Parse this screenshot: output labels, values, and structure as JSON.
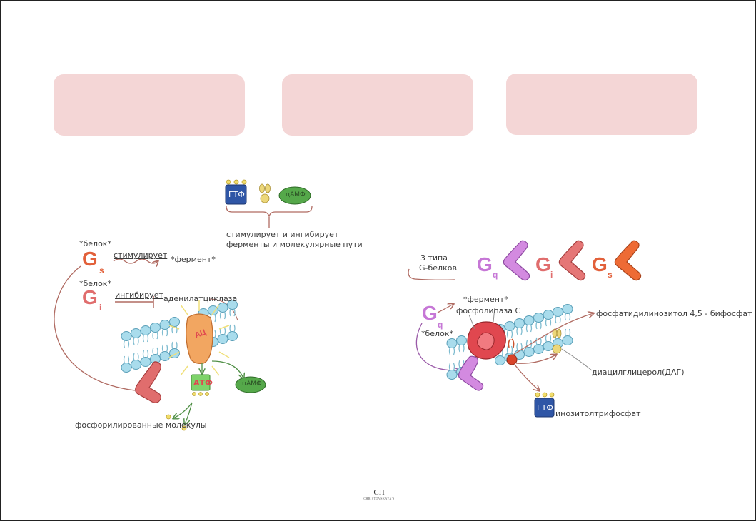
{
  "colors": {
    "card_fill": "#f4d6d6",
    "gq_purple": "#c677d6",
    "gi_red": "#e06d6d",
    "gs_orange": "#e2603a",
    "gtp_blue": "#2f56a6",
    "camp_green": "#55a84a",
    "atp_green": "#7ed36b",
    "membrane_blue": "#a9dcec",
    "arrow_brown": "#b06b62"
  },
  "top_legend": {
    "gtp_label": "ГТФ",
    "camp_label": "цАМФ",
    "caption_line1": "стимулирует и ингибирует",
    "caption_line2": "ферменты и молекулярные пути"
  },
  "left_diagram": {
    "protein_note_1": "*белок*",
    "gs_letter": "G",
    "gs_sub": "s",
    "stimulates": "стимулирует",
    "enzyme_note": "*фермент*",
    "protein_note_2": "*белок*",
    "gi_letter": "G",
    "gi_sub": "i",
    "inhibits": "ингибирует",
    "adenylate_cyclase": "аденилатциклаза",
    "ac_abbr": "АЦ",
    "atp_label": "АТФ",
    "camp_label": "цАМФ",
    "phosphorylated": "фосфорилированные молекулы"
  },
  "right_diagram": {
    "three_types_line1": "3 типа",
    "three_types_line2": "G-белков",
    "gq_letter": "G",
    "gq_sub": "q",
    "gi_letter": "G",
    "gi_sub": "i",
    "gs_letter": "G",
    "gs_sub": "s",
    "enzyme_note": "*фермент*",
    "phospholipase": "фосфолипаза С",
    "protein_note": "*белок*",
    "pip2": "фосфатидилинозитол 4,5 - бифосфат",
    "dag": "диацилглицерол(ДАГ)",
    "gtp_label": "ГТФ",
    "ip3": "инозитолтрифосфат"
  },
  "footer": {
    "logo_mark": "CH",
    "logo_name": "CHRISTOVSKAYA'S"
  }
}
